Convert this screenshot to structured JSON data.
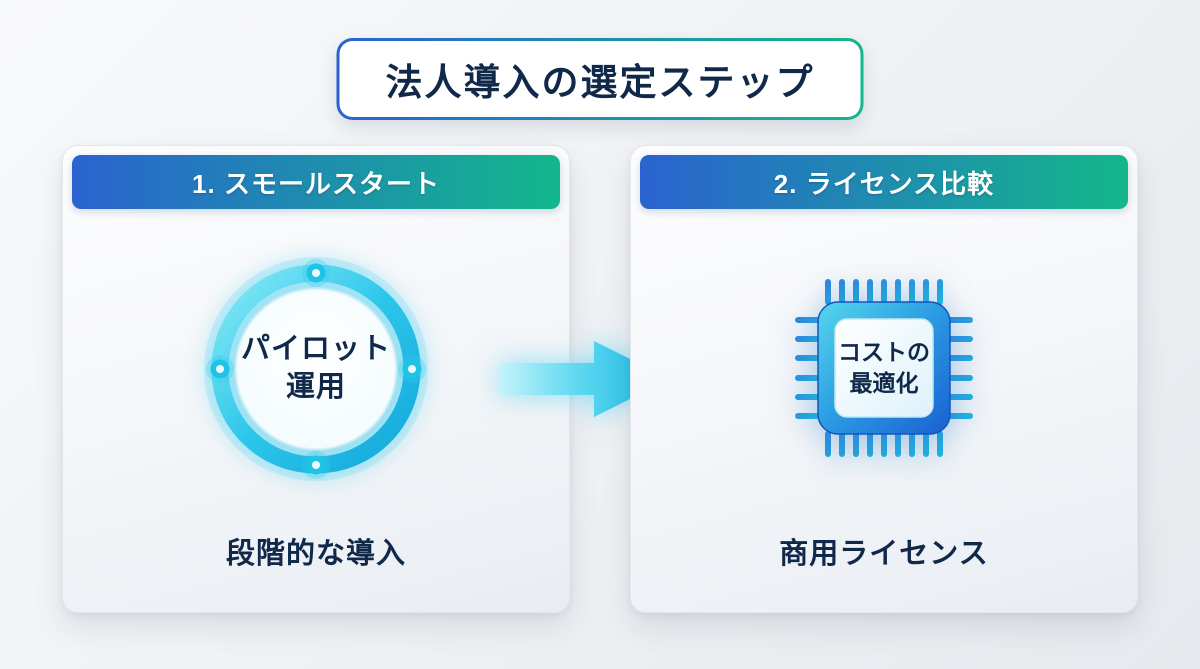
{
  "title": "法人導入の選定ステップ",
  "cards": [
    {
      "header": "1. スモールスタート",
      "icon": "pilot-ring-icon",
      "icon_label_line1": "パイロット",
      "icon_label_line2": "運用",
      "caption": "段階的な導入"
    },
    {
      "header": "2. ライセンス比較",
      "icon": "cpu-chip-icon",
      "icon_label_line1": "コストの",
      "icon_label_line2": "最適化",
      "caption": "商用ライセンス"
    }
  ],
  "arrow": {
    "direction": "right"
  },
  "colors": {
    "header_gradient_start": "#2a63d0",
    "header_gradient_end": "#13b78b",
    "accent_cyan": "#25c6e9",
    "text_dark": "#10294a"
  }
}
